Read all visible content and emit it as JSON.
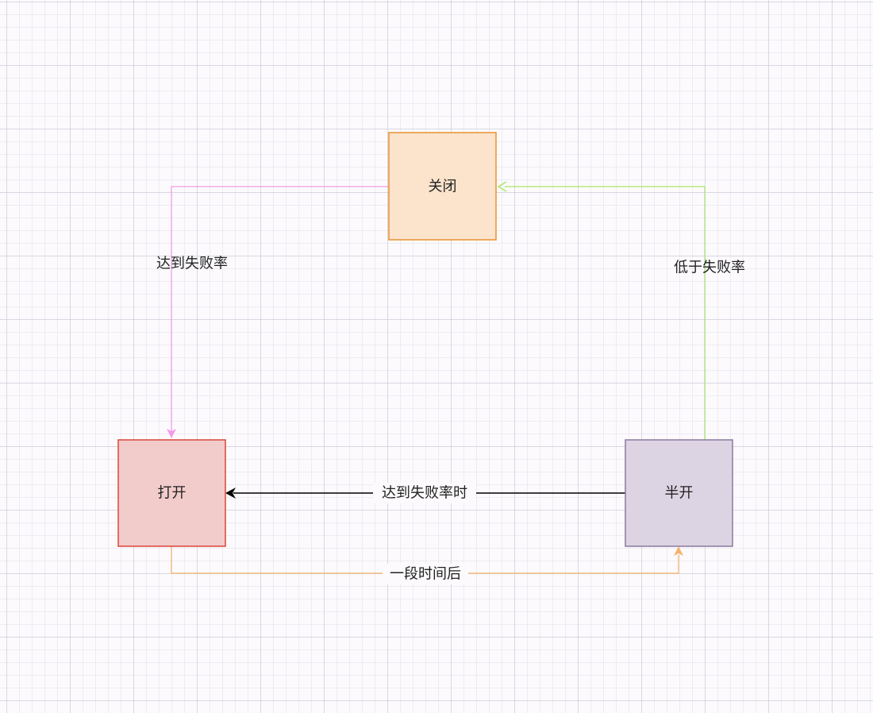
{
  "nodes": {
    "closed": {
      "label": "关闭",
      "fill": "#fbe3cc",
      "stroke": "#e8912e"
    },
    "open": {
      "label": "打开",
      "fill": "#f2cbcb",
      "stroke": "#d9463b",
      "text_color": "#a855f7"
    },
    "half_open": {
      "label": "半开",
      "fill": "#ddd4e3",
      "stroke": "#8a7a9e"
    }
  },
  "edges": {
    "closed_to_open": {
      "label": "达到失败率",
      "color": "#f39bea"
    },
    "half_open_to_closed": {
      "label": "低于失败率",
      "color": "#a6e86a"
    },
    "half_open_to_open": {
      "label": "达到失败率时",
      "color": "#000000"
    },
    "open_to_half_open": {
      "label": "一段时间后",
      "color": "#f4b26a"
    }
  }
}
